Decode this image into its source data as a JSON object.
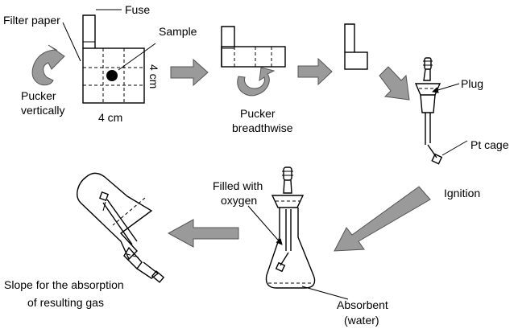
{
  "labels": {
    "fuse": "Fuse",
    "filter_paper": "Filter paper",
    "sample": "Sample",
    "dim_vertical": "4 cm",
    "dim_horizontal": "4 cm",
    "pucker_vertically_1": "Pucker",
    "pucker_vertically_2": "vertically",
    "pucker_breadthwise_1": "Pucker",
    "pucker_breadthwise_2": "breadthwise",
    "plug": "Plug",
    "pt_cage_1": "Pt cage",
    "ignition": "Ignition",
    "filled_with_1": "Filled with",
    "filled_with_2": "oxygen",
    "slope_1": "Slope for the absorption",
    "slope_2": "of  resulting gas",
    "absorbent_1": "Absorbent",
    "absorbent_2": "(water)"
  },
  "colors": {
    "arrow_fill": "#9a9a9a",
    "line": "#000000",
    "background": "#ffffff"
  }
}
